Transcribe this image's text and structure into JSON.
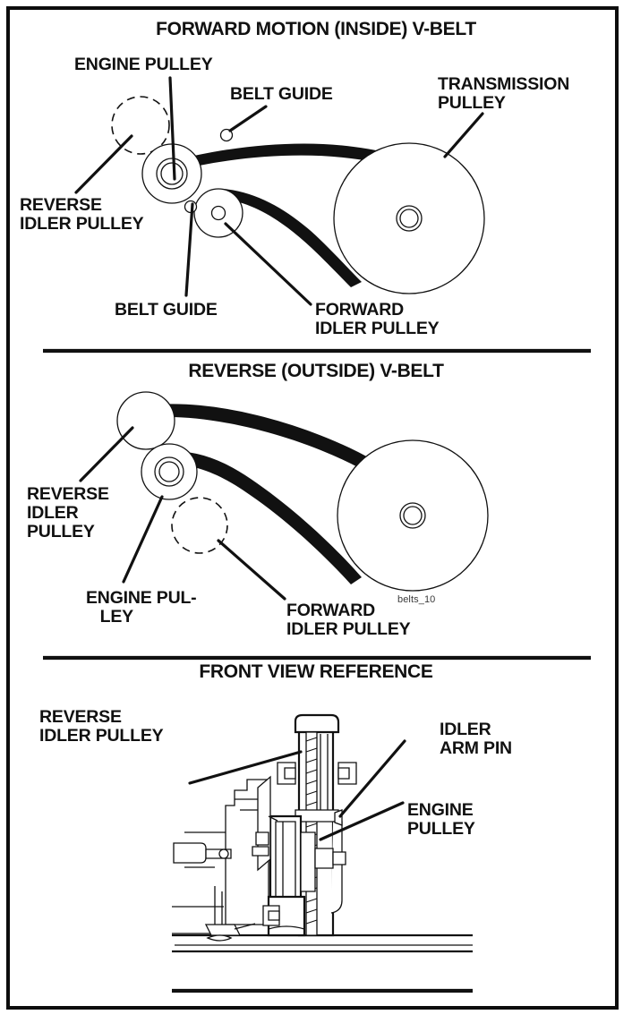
{
  "document": {
    "type": "service-manual-belt-routing-diagram",
    "frame_color": "#0d0d0d",
    "background_color": "#ffffff",
    "ink_color": "#111111"
  },
  "sections": [
    {
      "id": "forward",
      "title": "FORWARD MOTION (INSIDE) V-BELT",
      "callouts": [
        {
          "id": "engine-pulley",
          "text": "ENGINE PULLEY"
        },
        {
          "id": "belt-guide-top",
          "text": "BELT GUIDE"
        },
        {
          "id": "transmission-pulley",
          "text": "TRANSMISSION\nPULLEY"
        },
        {
          "id": "reverse-idler-pulley",
          "text": "REVERSE\nIDLER PULLEY"
        },
        {
          "id": "belt-guide-bottom",
          "text": "BELT GUIDE"
        },
        {
          "id": "forward-idler-pulley",
          "text": "FORWARD\nIDLER PULLEY"
        }
      ]
    },
    {
      "id": "reverse",
      "title": "REVERSE (OUTSIDE) V-BELT",
      "callouts": [
        {
          "id": "reverse-idler-pulley",
          "text": "REVERSE\nIDLER\nPULLEY"
        },
        {
          "id": "engine-pulley",
          "text": "ENGINE PUL-\n   LEY"
        },
        {
          "id": "forward-idler-pulley",
          "text": "FORWARD\nIDLER PULLEY"
        }
      ],
      "watermark": "belts_10"
    },
    {
      "id": "front-view",
      "title": "FRONT VIEW REFERENCE",
      "callouts": [
        {
          "id": "reverse-idler-pulley",
          "text": "REVERSE\nIDLER PULLEY"
        },
        {
          "id": "idler-arm-pin",
          "text": "IDLER\nARM PIN"
        },
        {
          "id": "engine-pulley",
          "text": "ENGINE\nPULLEY"
        }
      ]
    }
  ]
}
